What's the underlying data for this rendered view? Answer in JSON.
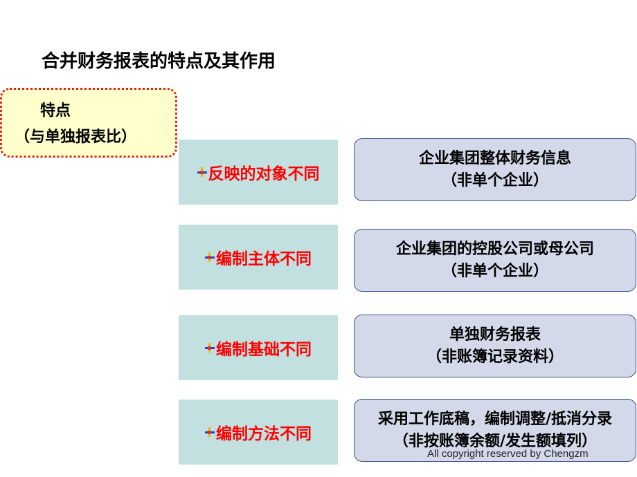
{
  "slide": {
    "title": "合并财务报表的特点及其作用",
    "feature_label": {
      "line1": "特点",
      "line2": "（与单独报表比）"
    },
    "rows": [
      {
        "label": "反映的对象不同",
        "description_line1": "企业集团整体财务信息",
        "description_line2": "（非单个企业）"
      },
      {
        "label": "编制主体不同",
        "description_line1": "企业集团的控股公司或母公司",
        "description_line2": "（非单个企业）"
      },
      {
        "label": "编制基础不同",
        "description_line1": "单独财务报表",
        "description_line2": "（非账簿记录资料）"
      },
      {
        "label": "编制方法不同",
        "description_line1": "采用工作底稿，编制调整/抵消分录",
        "description_line2": "（非按账簿余额/发生额填列）"
      }
    ],
    "copyright": "All copyright reserved by Chengzm",
    "bullet_icon": "plus-bullet-icon",
    "colors": {
      "label_text": "#ff0000",
      "left_box": "#c2e0e0",
      "right_box": "#d4d9ea",
      "right_border": "#3a4f8a",
      "feature_box": "#ffffcc",
      "feature_border": "#e02020"
    }
  }
}
